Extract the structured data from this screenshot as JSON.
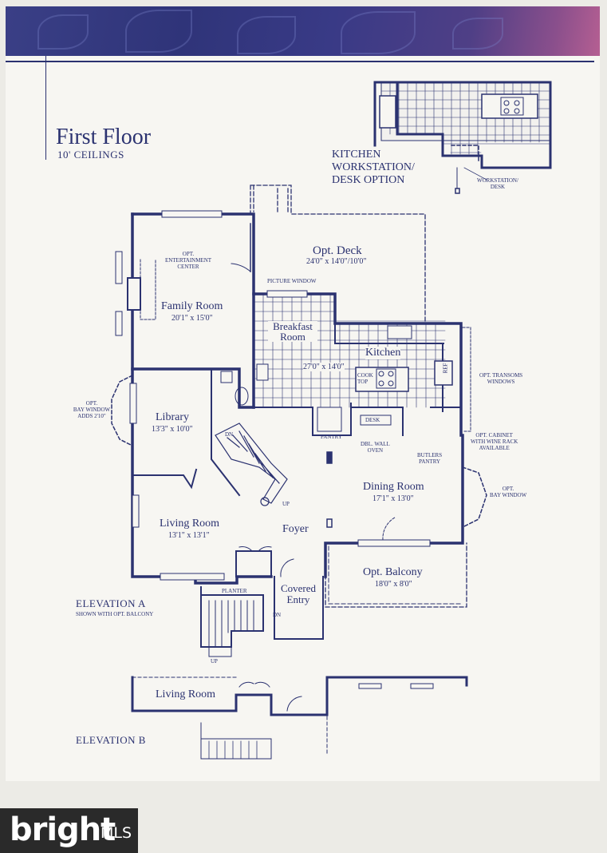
{
  "title": "First Floor",
  "subtitle": "10' CEILINGS",
  "kitchen_option": {
    "line1": "KITCHEN",
    "line2": "WORKSTATION/",
    "line3": "DESK OPTION",
    "workstation_line1": "WORKSTATION/",
    "workstation_line2": "DESK"
  },
  "rooms": {
    "deck_name": "Opt. Deck",
    "deck_dims": "24'0\" x 14'0\"/10'0\"",
    "entertainment_line1": "OPT.",
    "entertainment_line2": "ENTERTAINMENT",
    "entertainment_line3": "CENTER",
    "family_name": "Family Room",
    "family_dims": "20'1\" x 15'0\"",
    "picture_window": "PICTURE WINDOW",
    "breakfast_line1": "Breakfast",
    "breakfast_line2": "Room",
    "kitchen_name": "Kitchen",
    "kitchen_dims": "27'0\" x 14'0\"",
    "cooktop_line1": "COOK",
    "cooktop_line2": "TOP",
    "ref": "REF",
    "transoms_line1": "OPT. TRANSOMS",
    "transoms_line2": "WINDOWS",
    "bay_window_line1": "OPT.",
    "bay_window_line2": "BAY WINDOW",
    "bay_window_line3": "ADDS 2'10\"",
    "library_name": "Library",
    "library_dims": "13'3\" x 10'0\"",
    "dn": "DN",
    "up": "UP",
    "desk": "DESK",
    "pantry": "PANTRY",
    "dbl_wall_line1": "DBL. WALL",
    "dbl_wall_line2": "OVEN",
    "butlers_line1": "BUTLERS",
    "butlers_line2": "PANTRY",
    "cabinet_line1": "OPT. CABINET",
    "cabinet_line2": "WITH WINE RACK",
    "cabinet_line3": "AVAILABLE",
    "dining_name": "Dining Room",
    "dining_dims": "17'1\" x 13'0\"",
    "dining_bay_line1": "OPT.",
    "dining_bay_line2": "BAY WINDOW",
    "living_name": "Living Room",
    "living_dims": "13'1\" x 13'1\"",
    "foyer": "Foyer",
    "balcony_name": "Opt. Balcony",
    "balcony_dims": "18'0\" x 8'0\"",
    "planter": "PLANTER",
    "covered_line1": "Covered",
    "covered_line2": "Entry"
  },
  "elevations": {
    "a_title": "ELEVATION A",
    "a_note": "SHOWN WITH OPT. BALCONY",
    "b_title": "ELEVATION B",
    "b_room": "Living Room"
  },
  "watermark": {
    "brand": "bright",
    "suffix": "MLS"
  },
  "colors": {
    "ink": "#2b3270",
    "paper": "#f7f6f2",
    "banner": "#353a80"
  }
}
